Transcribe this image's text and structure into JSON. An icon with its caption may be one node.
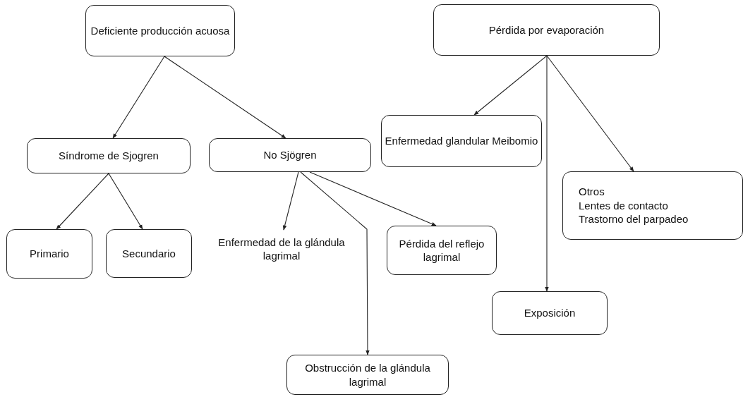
{
  "diagram": {
    "nodes": [
      {
        "text": [
          "Deficiente producción acuosa"
        ]
      },
      {
        "text": [
          "Síndrome de Sjogren"
        ]
      },
      {
        "text": [
          "No Sjögren"
        ]
      },
      {
        "text": [
          "Primario"
        ]
      },
      {
        "text": [
          "Secundario"
        ]
      },
      {
        "text": [
          "Enfermedad de la glándula lagrimal"
        ]
      },
      {
        "text": [
          "Pérdida del reflejo lagrimal"
        ]
      },
      {
        "text": [
          "Obstrucción de la glándula lagrimal"
        ]
      },
      {
        "text": [
          "Pérdida por evaporación"
        ]
      },
      {
        "text": [
          "Enfermedad glandular Meibomio"
        ]
      },
      {
        "text": [
          "Otros",
          "Lentes de contacto",
          "Trastorno del parpadeo"
        ]
      },
      {
        "text": [
          "Exposición"
        ]
      }
    ],
    "edges": [
      {
        "from": 0,
        "to": 1,
        "arrow": "to"
      },
      {
        "from": 0,
        "to": 2,
        "arrow": "to"
      },
      {
        "from": 1,
        "to": 3,
        "arrow": "to"
      },
      {
        "from": 1,
        "to": 4,
        "arrow": "to"
      },
      {
        "from": 2,
        "to": 5,
        "arrow": "to"
      },
      {
        "from": 2,
        "to": 7,
        "arrow": "to"
      },
      {
        "from": 2,
        "to": 6,
        "arrow": "to"
      },
      {
        "from": 8,
        "to": 9,
        "arrow": "to"
      },
      {
        "from": 8,
        "to": 11,
        "arrow": "to"
      },
      {
        "from": 8,
        "to": 10,
        "arrow": "to"
      }
    ]
  }
}
